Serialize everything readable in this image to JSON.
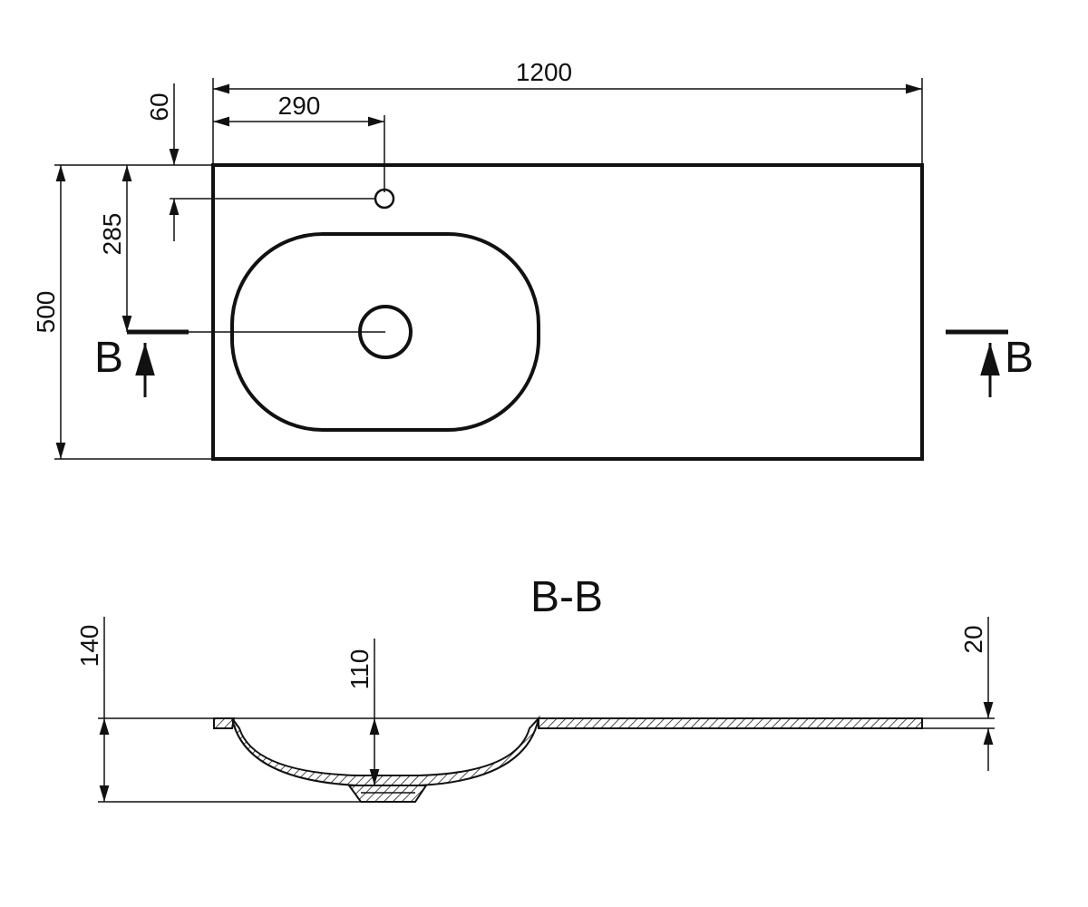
{
  "plan_view": {
    "dim_overall_width": "1200",
    "dim_tap_offset_x": "290",
    "dim_tap_offset_y": "60",
    "dim_drain_offset_y": "285",
    "dim_overall_depth": "500",
    "section_mark_left": "B",
    "section_mark_right": "B"
  },
  "section_view": {
    "title": "B-B",
    "dim_total_height": "140",
    "dim_basin_depth": "110",
    "dim_top_thickness": "20"
  }
}
